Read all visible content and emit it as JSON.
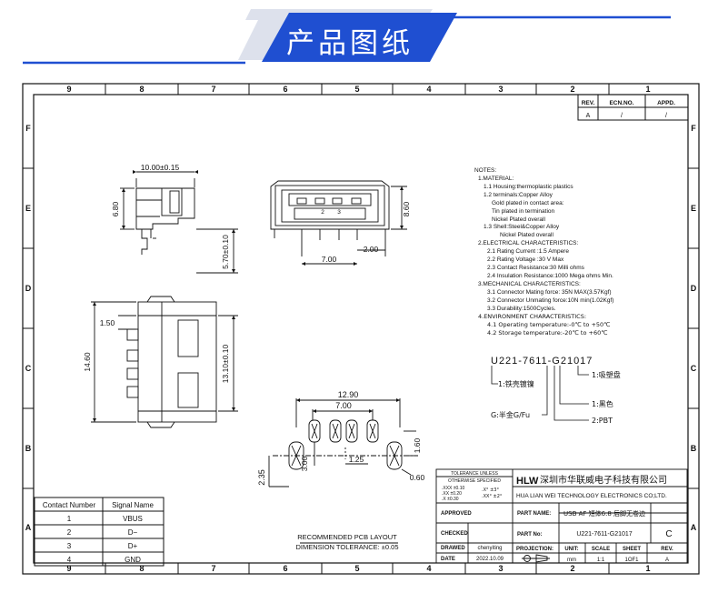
{
  "banner": {
    "title": "产品图纸",
    "accent": "#1f4fd1"
  },
  "border": {
    "cols": [
      "9",
      "8",
      "7",
      "6",
      "5",
      "4",
      "3",
      "2",
      "1"
    ],
    "rows": [
      "F",
      "E",
      "D",
      "C",
      "B",
      "A"
    ]
  },
  "revision": {
    "headers": [
      "REV.",
      "ECN.NO.",
      "APPD."
    ],
    "values": [
      "A",
      "/",
      "/"
    ]
  },
  "dims": {
    "w10": "10.00±0.15",
    "h680": "6.80",
    "h570": "5.70±0.10",
    "h860": "8.60",
    "w200": "2.00",
    "w700": "7.00",
    "h150": "1.50",
    "h1460": "14.60",
    "h1310": "13.10±0.10",
    "w1290": "12.90",
    "w700b": "7.00",
    "w300": "3.00",
    "w125": "1.25",
    "h160": "1.60",
    "w060": "0.60",
    "h235": "2.35",
    "pin2": "2",
    "pin3": "3"
  },
  "notes": [
    "NOTES:",
    "1.MATERIAL:",
    "1.1 Housing:thermoplastic plastics",
    "1.2 terminals:Copper Alloy",
    "Gold plated in contact area:",
    "Tin plated in termination",
    "Nickel Plated overall",
    "1.3 Shell:Steel&Copper Alloy",
    "Nickel Plated overall",
    "2.ELECTRICAL CHARACTERISTICS:",
    "2.1 Rating Current :1.5 Ampere",
    "2.2 Rating Voltage :30 V Max",
    "2.3 Contact Resistance:30 Milli ohms",
    "2.4 Insulation Resistance:1000 Mega ohms Min.",
    "3.MECHANICAL CHARACTERISTICS:",
    "3.1 Connector Mating force: 35N MAX(3.57Kgf)",
    "3.2 Connector Unmating force:10N min(1.02Kgf)",
    "3.3 Durability:1500Cycles.",
    "4.ENVIRONMENT CHARACTERISTICS:",
    "4.1 Operating temperature:-0℃ to +50℃",
    "4.2 Storage temperature:-20℃ to +60℃"
  ],
  "part_code": {
    "code": "U221-7611-G21017",
    "ann_shell": "1:铁壳镀镍",
    "ann_tray": "1:吸塑盘",
    "ann_black": "1:黑色",
    "ann_gold": "G:半金G/Fu",
    "ann_pbt": "2:PBT"
  },
  "pcb": {
    "line1": "RECOMMENDED PCB LAYOUT",
    "line2": "DIMENSION TOLERANCE: ±0.05"
  },
  "contact_table": {
    "headers": [
      "Contact Number",
      "Signal Name"
    ],
    "rows": [
      [
        "1",
        "VBUS"
      ],
      [
        "2",
        "D−"
      ],
      [
        "3",
        "D+"
      ],
      [
        "4",
        "GND"
      ]
    ]
  },
  "title_block": {
    "tol_head1": "TOLERANCE UNLESS",
    "tol_head2": "OTHERWISE SPECIFIED",
    "tol_l1": ".XXX ±0.10",
    "tol_l2": ".XX ±0.20",
    "tol_l3": ".X ±0.30",
    "tol_a1": ".X° ±3°",
    "tol_a2": ".XX° ±2°",
    "company_logo": "HLW",
    "company_cn": "深圳市华联威电子科技有限公司",
    "company_en": "HUA LIAN WEI TECHNOLOGY ELECTRONICS CO;LTD.",
    "approved": "APPROVED",
    "checked": "CHECKED",
    "drawed": "DRAWED",
    "date": "DATE",
    "drawer": "chenyiting",
    "date_val": "2022.10.09",
    "part_name_label": "PART NAME:",
    "part_name": "USB AF 短体6.8 后脚无卷边",
    "part_no_label": "PART No:",
    "part_no": "U221-7611-G21017",
    "rev_letter": "C",
    "projection": "PROJECTION:",
    "unit_label": "UNIT:",
    "unit": "mm",
    "scale_label": "SCALE",
    "scale": "1:1",
    "sheet_label": "SHEET",
    "sheet": "1OF1",
    "rev_label": "REV.",
    "rev": "A"
  }
}
